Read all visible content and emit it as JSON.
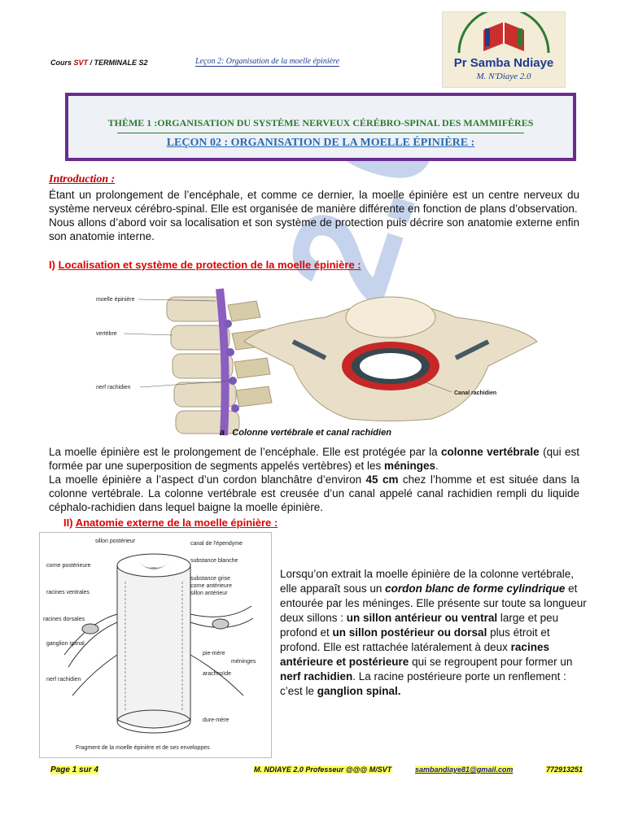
{
  "header": {
    "course_prefix": "Cours ",
    "course_svt": "SVT",
    "course_suffix": " / TERMINALE S2",
    "lesson_tag": "Leçon 2: Organisation de la moelle épinière"
  },
  "logo": {
    "name": "Pr Samba Ndiaye",
    "sub": "M. N'Diaye 2.0"
  },
  "theme": {
    "title": "THÈME 1 :ORGANISATION DU SYSTÈME NERVEUX CÉRÉBRO-SPINAL DES MAMMIFÈRES",
    "lesson": "LEÇON 02 : ORGANISATION DE LA MOELLE ÉPINIÈRE :"
  },
  "intro": {
    "heading": "Introduction :",
    "p1": "Étant un prolongement de l’encéphale, et comme ce dernier, la moelle épinière est un centre nerveux du système nerveux cérébro-spinal. Elle est organisée de manière différente en fonction de plans d’observation.",
    "p2": "Nous allons d’abord voir sa localisation et son système de protection puis décrire son anatomie externe enfin son anatomie interne."
  },
  "section1": {
    "number": "I) ",
    "heading": "Localisation et système de protection de la moelle épinière :",
    "fig_labels": {
      "moelle": "moelle épinière",
      "vertebre": "vertèbre",
      "nerf": "nerf rachidien",
      "canal": "Canal rachidien"
    },
    "caption_a": "a",
    "caption": "Colonne vertébrale    et  canal rachidien",
    "p1_a": "La moelle épinière est le prolongement de l’encéphale. Elle est protégée par la ",
    "p1_b": "colonne vertébrale",
    "p1_c": "  (qui est formée par une superposition de segments appelés vertèbres) et les ",
    "p1_d": "méninges",
    "p1_e": ".",
    "p2_a": "La moelle épinière a l’aspect d’un cordon blanchâtre d’environ ",
    "p2_b": "45 cm",
    "p2_c": " chez l’homme et est située dans la colonne vertébrale. La colonne vertébrale est creusée d’un canal appelé canal rachidien rempli du liquide céphalo-rachidien dans lequel baigne la moelle épinière."
  },
  "section2": {
    "number": "II) ",
    "heading": "Anatomie externe de la moelle épinière :",
    "fig_labels": {
      "sillon_post": "sillon postérieur",
      "canal_ep": "canal de l'épendyme",
      "corne_post": "corne postérieure",
      "substance_blanche": "substance blanche",
      "substance_grise": "substance grise",
      "corne_ant": "corne antérieure",
      "sillon_ant": "sillon antérieur",
      "racines_ventrales": "racines ventrales",
      "racines_dorsales": "racines dorsales",
      "ganglion": "ganglion spinal",
      "pie_mere": "pie-mère",
      "meninges": "méninges",
      "arachnoide": "arachnoïde",
      "nerf": "nerf rachidien",
      "dure_mere": "dure-mère",
      "caption": "Fragment de la moelle épinière et de ses enveloppes"
    },
    "t1": "Lorsqu’on extrait la moelle épinière de la colonne vertébrale, elle apparaît sous un ",
    "t2": "cordon blanc de forme cylindrique",
    "t3": " et entourée par les méninges. Elle présente sur toute sa longueur deux sillons : ",
    "t4": "un sillon antérieur ou ventral",
    "t5": " large et peu profond et ",
    "t6": "un sillon postérieur ou dorsal",
    "t7": " plus étroit et profond. Elle est rattachée latéralement à deux ",
    "t8": "racines antérieure et postérieure",
    "t9": " qui se regroupent pour former un ",
    "t10": "nerf rachidien",
    "t11": ". La racine postérieure porte un renflement : c’est le ",
    "t12": "ganglion spinal."
  },
  "footer": {
    "page": "Page 1 sur 4",
    "author": "M. NDIAYE 2.0  Professeur @@@ M/SVT",
    "email": "sambandiaye81@gmail.com",
    "phone": "772913251"
  },
  "watermark": "2.0",
  "colors": {
    "theme_border": "#6a2d8f",
    "theme_title": "#2e7a33",
    "lesson": "#2b6bb3",
    "heading": "#e00000"
  }
}
